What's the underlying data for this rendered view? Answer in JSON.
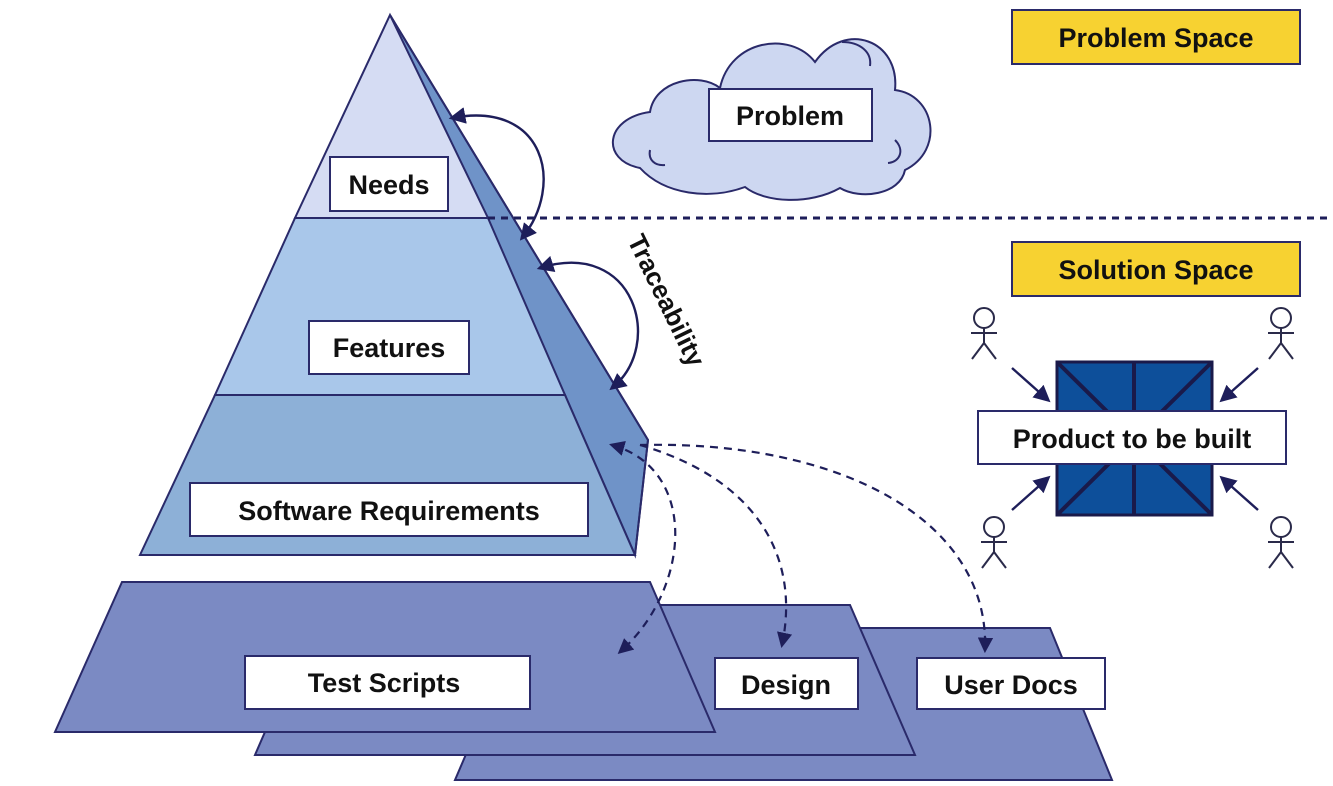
{
  "colors": {
    "needs_fill": "#d5dcf3",
    "features_fill": "#a9c7ea",
    "requirements_fill": "#8db0d7",
    "slab_fill": "#7b8ac3",
    "cloud_fill": "#cdd7f1",
    "legend_fill": "#f7d231",
    "product_fill": "#0d4f9a",
    "outline": "#2a2a6a"
  },
  "legend": {
    "problem_space": "Problem Space",
    "solution_space": "Solution Space"
  },
  "cloud": {
    "label": "Problem"
  },
  "pyramid": {
    "needs": "Needs",
    "features": "Features",
    "software_requirements": "Software Requirements"
  },
  "traceability": {
    "label": "Traceability"
  },
  "slabs": {
    "test_scripts": "Test Scripts",
    "design": "Design",
    "user_docs": "User Docs"
  },
  "product": {
    "label": "Product to be built"
  },
  "icons": [
    "stick-figure-icon",
    "stick-figure-icon",
    "stick-figure-icon",
    "stick-figure-icon"
  ]
}
